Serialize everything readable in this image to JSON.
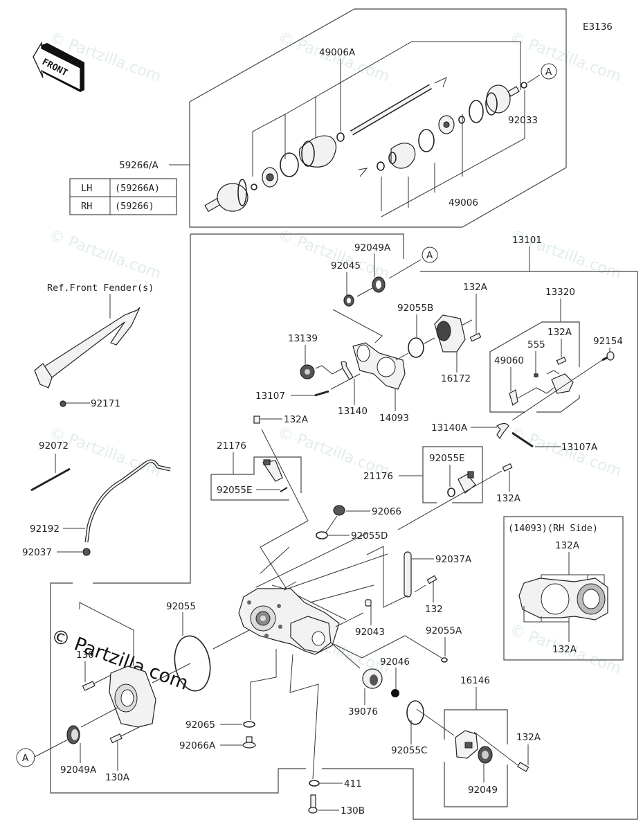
{
  "diagram": {
    "code": "E3136",
    "front_label": "FRONT",
    "watermark": "© Partzilla.com",
    "ref_label": "A",
    "ref_note": "Ref.Front Fender(s)",
    "variant_table": {
      "header_label": "59266/A",
      "rows": [
        {
          "side": "LH",
          "part": "(59266A)"
        },
        {
          "side": "RH",
          "part": "(59266)"
        }
      ]
    },
    "inset": {
      "title": "(14093)(RH Side)",
      "top_label": "132A",
      "bottom_label": "132A"
    },
    "labels": {
      "p49006A": "49006A",
      "p92033": "92033",
      "p49006": "49006",
      "p92049A_top": "92049A",
      "p92045": "92045",
      "p13101": "13101",
      "p132A_1": "132A",
      "p92055B": "92055B",
      "p13320": "13320",
      "p132A_2": "132A",
      "p92154": "92154",
      "p555": "555",
      "p49060": "49060",
      "p13139": "13139",
      "p16172": "16172",
      "p13107": "13107",
      "p13140": "13140",
      "p14093": "14093",
      "p13140A": "13140A",
      "p13107A": "13107A",
      "p92171": "92171",
      "p132A_3": "132A",
      "p21176_left": "21176",
      "p92055E_left": "92055E",
      "p92055E_right": "92055E",
      "p21176_right": "21176",
      "p132A_4": "132A",
      "p92072": "92072",
      "p92066": "92066",
      "p92192": "92192",
      "p92055D": "92055D",
      "p92037": "92037",
      "p92037A": "92037A",
      "p132": "132",
      "p92055": "92055",
      "p92043": "92043",
      "p92055A": "92055A",
      "p130": "130",
      "p92046": "92046",
      "p16146": "16146",
      "p39076": "39076",
      "p92065": "92065",
      "p132A_5": "132A",
      "p92066A": "92066A",
      "p92055C": "92055C",
      "p92049A_bottom": "92049A",
      "p130A": "130A",
      "p92049": "92049",
      "p411": "411",
      "p130B": "130B"
    }
  }
}
